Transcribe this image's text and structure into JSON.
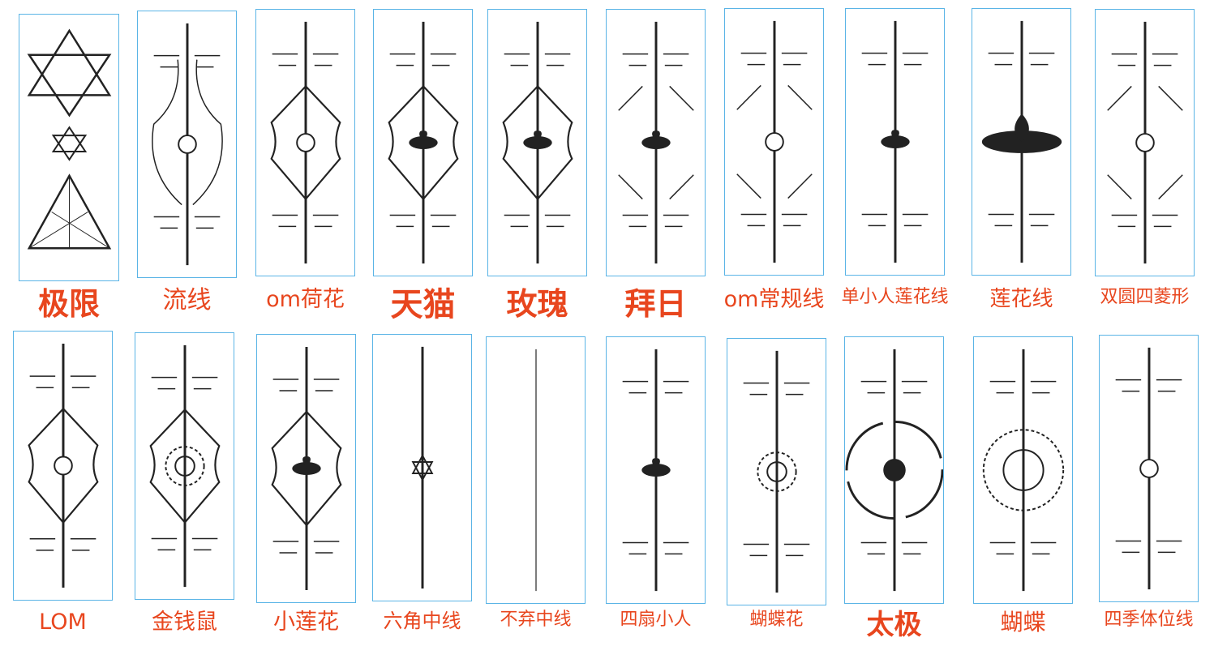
{
  "accent_color": "#e8461e",
  "border_color": "#5ab4e6",
  "rows": [
    [
      {
        "label": "极限",
        "motif": "merkaba-icon"
      },
      {
        "label": "流线",
        "motif": "om-curve-icon"
      },
      {
        "label": "om荷花",
        "motif": "mandala-diamond-icon"
      },
      {
        "label": "天猫",
        "motif": "trident-lotus-icon"
      },
      {
        "label": "玫瑰",
        "motif": "rose-diamond-icon"
      },
      {
        "label": "拜日",
        "motif": "sun-salutation-icon"
      },
      {
        "label": "om常规线",
        "motif": "om-lines-icon"
      },
      {
        "label": "单小人莲花线",
        "motif": "yoga-figure-icon"
      },
      {
        "label": "莲花线",
        "motif": "lotus-flower-icon"
      },
      {
        "label": "双圆四菱形",
        "motif": "ring-diagonals-icon"
      }
    ],
    [
      {
        "label": "LOM",
        "motif": "lom-diamond-icon"
      },
      {
        "label": "金钱鼠",
        "motif": "flower-diamond-icon"
      },
      {
        "label": "小莲花",
        "motif": "small-lotus-diamond-icon"
      },
      {
        "label": "六角中线",
        "motif": "hexagram-icon"
      },
      {
        "label": "不弃中线",
        "motif": "plain-line-icon"
      },
      {
        "label": "四扇小人",
        "motif": "small-lotus-icon"
      },
      {
        "label": "蝴蝶花",
        "motif": "ornament-flower-icon"
      },
      {
        "label": "太极",
        "motif": "yin-yang-icon"
      },
      {
        "label": "蝴蝶",
        "motif": "butterfly-icon"
      },
      {
        "label": "四季体位线",
        "motif": "om-seasons-icon"
      }
    ]
  ]
}
